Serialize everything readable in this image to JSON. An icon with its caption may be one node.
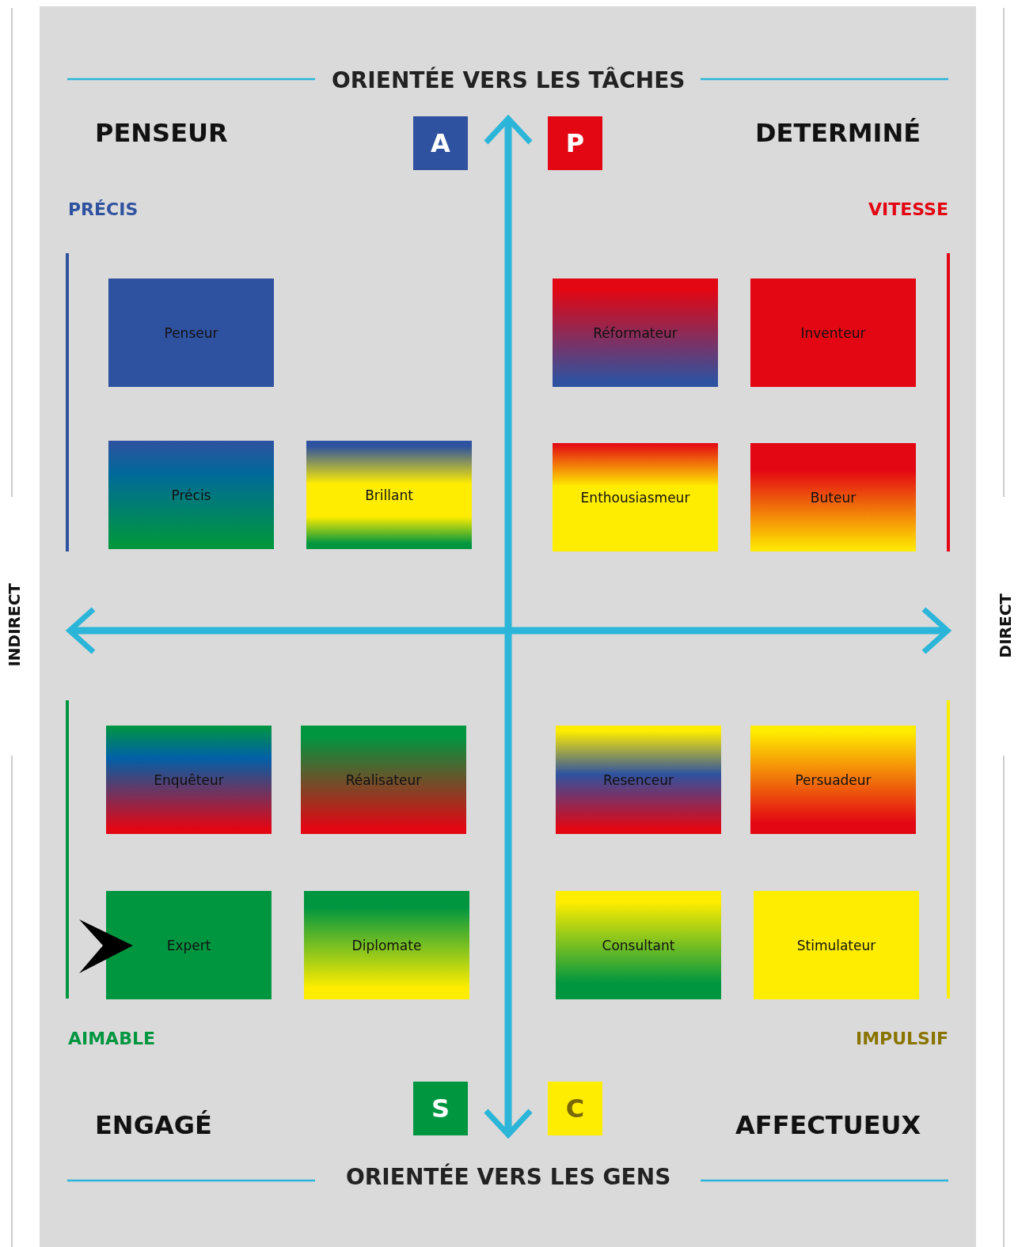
{
  "diagram": {
    "nodes": [
      {
        "text": [
          "A"
        ]
      },
      {
        "text": [
          "P"
        ]
      },
      {
        "text": [
          "Penseur"
        ]
      },
      {
        "text": [
          "Réformateur"
        ]
      },
      {
        "text": [
          "Inventeur"
        ]
      },
      {
        "text": [
          "Précis"
        ]
      },
      {
        "text": [
          "Brillant"
        ]
      },
      {
        "text": [
          "Enthousiasmeur"
        ]
      },
      {
        "text": [
          "Buteur"
        ]
      },
      {
        "text": [
          "Enquêteur"
        ]
      },
      {
        "text": [
          "Réalisateur"
        ]
      },
      {
        "text": [
          "Resenceur"
        ]
      },
      {
        "text": [
          "Persuadeur"
        ]
      },
      {
        "text": [
          "Expert"
        ]
      },
      {
        "text": [
          "Diplomate"
        ]
      },
      {
        "text": [
          "Consultant"
        ]
      },
      {
        "text": [
          "Stimulateur"
        ]
      },
      {
        "text": [
          "S"
        ]
      },
      {
        "text": [
          "C"
        ]
      }
    ],
    "edges": [],
    "labels": [
      "ORIENTÉE VERS LES TÂCHES",
      "PENSEUR",
      "DETERMINÉ",
      "PRÉCIS",
      "VITESSE",
      "INDIRECT",
      "DIRECT",
      "AIMABLE",
      "IMPULSIF",
      "ENGAGÉ",
      "AFFECTUEUX",
      "ORIENTÉE VERS LES GENS"
    ]
  }
}
